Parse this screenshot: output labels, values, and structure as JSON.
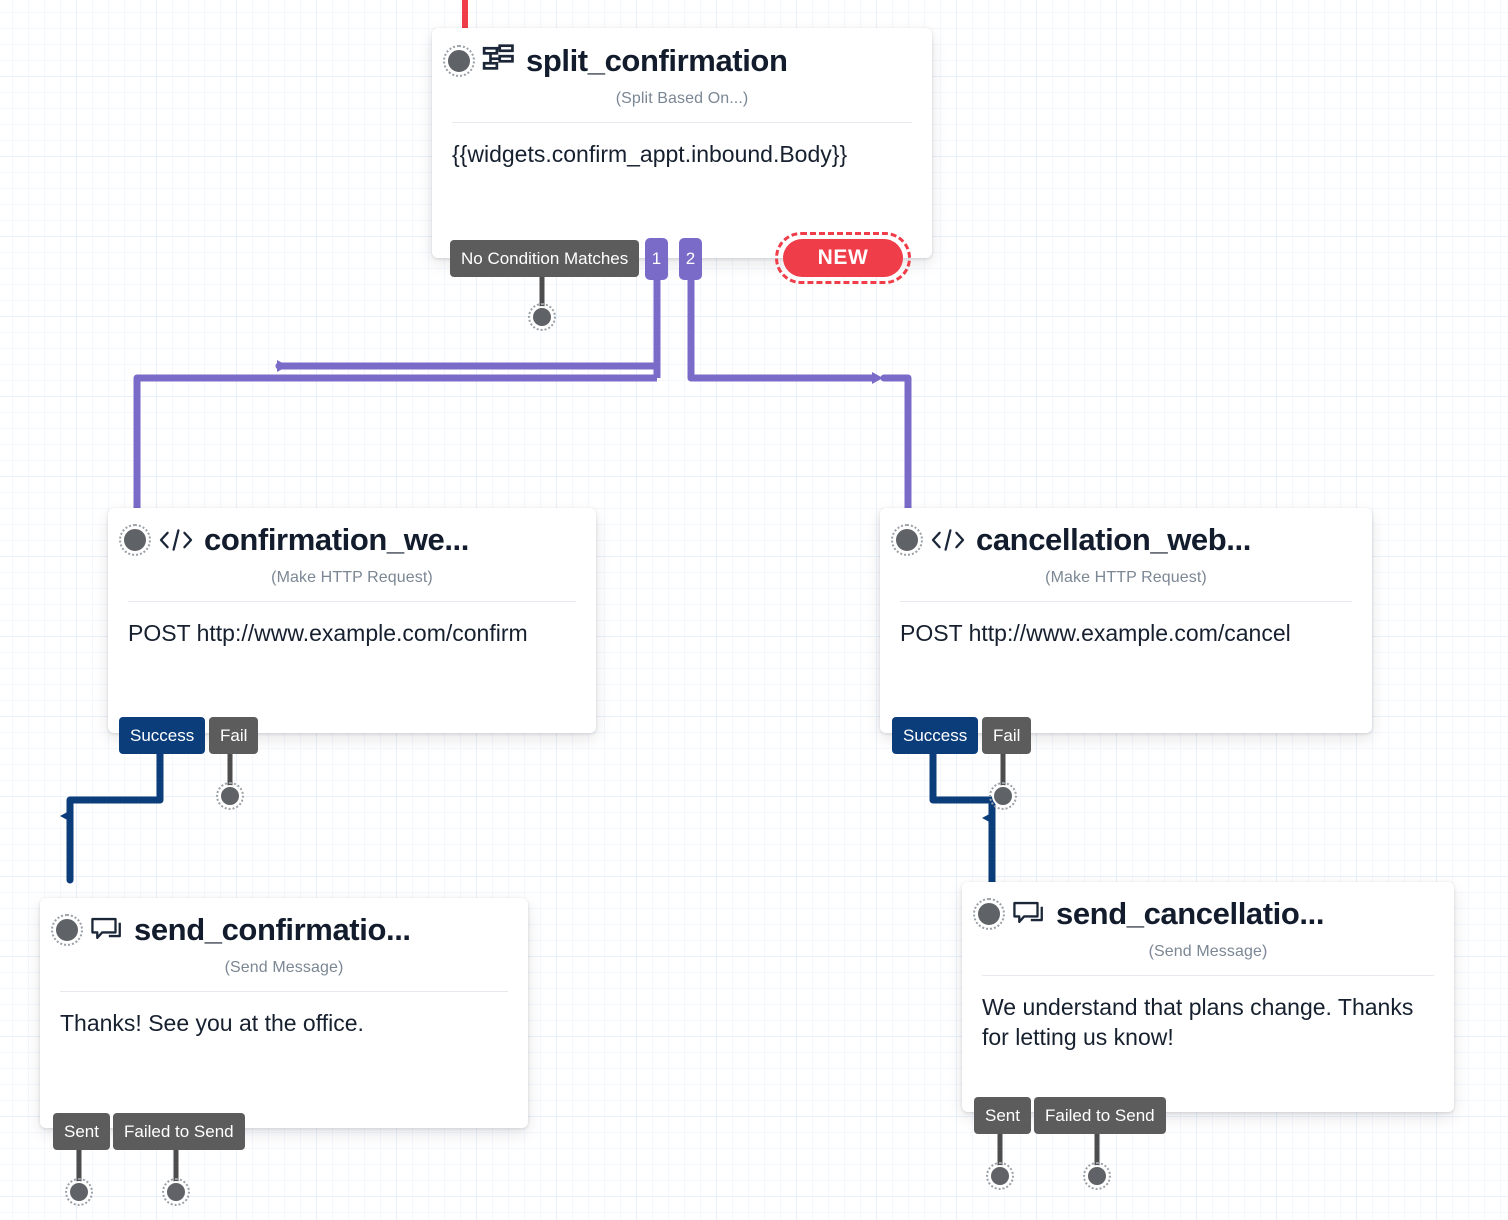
{
  "canvas": {
    "grid": true,
    "background": "#ffffff",
    "grid_color": "#e8f1fb"
  },
  "colors": {
    "purple_connector": "#7b6bc9",
    "blue_connector": "#0b3d7b",
    "gray_connector": "#5c5c5c",
    "red_connector": "#ef3e4a",
    "new_button": "#ef3e4a",
    "title_text": "#121c2d",
    "subtitle_text": "#7b8794"
  },
  "nodes": [
    {
      "id": "split_confirmation",
      "icon": "split-icon",
      "title": "split_confirmation",
      "subtitle": "(Split Based On...)",
      "body": "{{widgets.confirm_appt.inbound.Body}}",
      "ports": [
        {
          "label": "No Condition Matches",
          "style": "gray"
        },
        {
          "label": "1",
          "style": "purple"
        },
        {
          "label": "2",
          "style": "purple"
        }
      ]
    },
    {
      "id": "confirmation_webhook",
      "icon": "code-icon",
      "title": "confirmation_we...",
      "subtitle": "(Make HTTP Request)",
      "body": "POST http://www.example.com/confirm",
      "ports": [
        {
          "label": "Success",
          "style": "blue"
        },
        {
          "label": "Fail",
          "style": "gray"
        }
      ]
    },
    {
      "id": "cancellation_webhook",
      "icon": "code-icon",
      "title": "cancellation_web...",
      "subtitle": "(Make HTTP Request)",
      "body": "POST http://www.example.com/cancel",
      "ports": [
        {
          "label": "Success",
          "style": "blue"
        },
        {
          "label": "Fail",
          "style": "gray"
        }
      ]
    },
    {
      "id": "send_confirmation",
      "icon": "message-icon",
      "title": "send_confirmatio...",
      "subtitle": "(Send Message)",
      "body": "Thanks! See you at the office.",
      "ports": [
        {
          "label": "Sent",
          "style": "gray"
        },
        {
          "label": "Failed to Send",
          "style": "gray"
        }
      ]
    },
    {
      "id": "send_cancellation",
      "icon": "message-icon",
      "title": "send_cancellatio...",
      "subtitle": "(Send Message)",
      "body": "We understand that plans change. Thanks for letting us know!",
      "ports": [
        {
          "label": "Sent",
          "style": "gray"
        },
        {
          "label": "Failed to Send",
          "style": "gray"
        }
      ]
    }
  ],
  "new_button": {
    "label": "NEW"
  }
}
